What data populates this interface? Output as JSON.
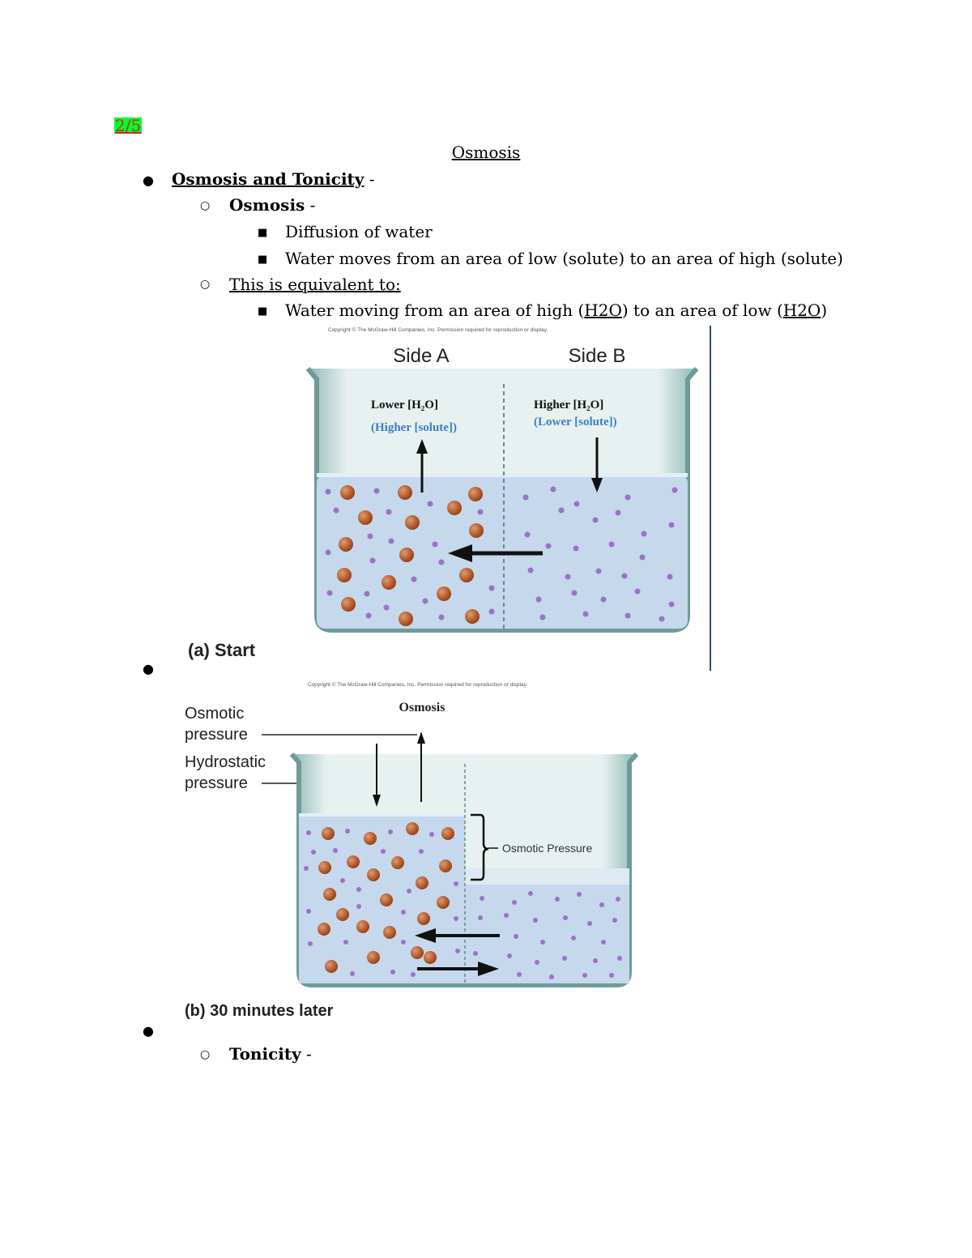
{
  "date": "2/5",
  "title": "Osmosis",
  "outline": {
    "l1_heading": "Osmosis and Tonicity",
    "l1_suffix": " -",
    "osmosis_heading": "Osmosis",
    "osmosis_suffix": " -",
    "osmosis_points": [
      "Diffusion of water",
      "Water moves from an area of low (solute) to an area of high (solute)"
    ],
    "equiv_heading": "This is equivalent to:",
    "equiv_point": {
      "part1": "Water moving from an area of high ",
      "h2o_1": "H2O",
      "part2": " to an area of low ",
      "h2o_2": "H2O"
    },
    "tonicity_heading": "Tonicity",
    "tonicity_suffix": " -"
  },
  "figure_a": {
    "copyright": "Copyright © The McGraw-Hill Companies, Inc. Permission required for reproduction or display.",
    "side_a": "Side A",
    "side_b": "Side B",
    "side_a_label1": "Lower [H₂O]",
    "side_a_label2": "(Higher [solute])",
    "side_b_label1": "Higher [H₂O]",
    "side_b_label2": "(Lower [solute])",
    "caption": "(a) Start"
  },
  "figure_b": {
    "copyright": "Copyright © The McGraw-Hill Companies, Inc. Permission required for reproduction or display.",
    "title": "Osmosis",
    "osmotic_label_1": "Osmotic",
    "osmotic_label_2": "pressure",
    "hydro_label_1": "Hydrostatic",
    "hydro_label_2": "pressure",
    "bracket_label": "Osmotic Pressure",
    "caption": "(b) 30 minutes later"
  },
  "colors": {
    "highlight": "#00ff2a",
    "date_text": "#c62828",
    "water": "#c9d9ea",
    "beaker_rim": "#7aa3a3",
    "solute_large": "#b5572a",
    "solute_small": "#9c72c8",
    "label_blue": "#3b7fc4"
  }
}
